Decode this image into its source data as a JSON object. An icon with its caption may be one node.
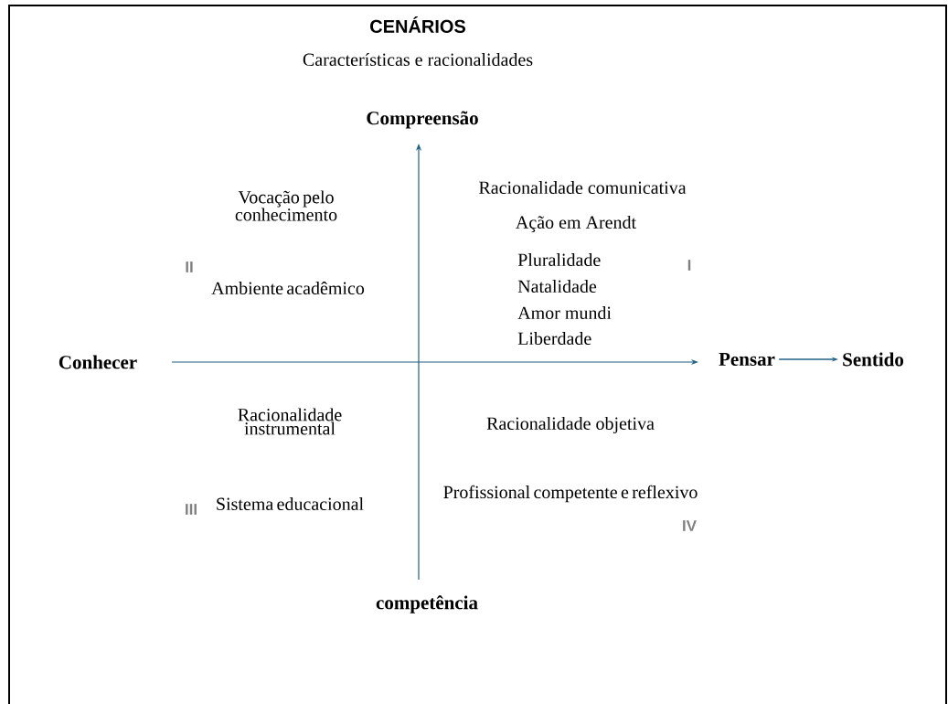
{
  "diagram": {
    "title": "CENÁRIOS",
    "nodes": [
      {
        "text": [
          "Pensar"
        ]
      },
      {
        "text": [
          "Sentido"
        ]
      }
    ],
    "edges": [
      {
        "from": 0,
        "to": 1,
        "arrow": "to"
      }
    ],
    "labels": [
      "Características e racionalidades",
      "Compreensão",
      "Vocação pelo conhecimento",
      "Racionalidade comunicativa",
      "Ação em Arendt",
      "II",
      "Ambiente acadêmico",
      "Pluralidade",
      "I",
      "Natalidade",
      "Amor mundi",
      "Liberdade",
      "Conhecer",
      "Racionalidade instrumental",
      "Racionalidade objetiva",
      "Profissional competente e reflexivo",
      "III",
      "Sistema educacional",
      "IV",
      "competência"
    ]
  }
}
